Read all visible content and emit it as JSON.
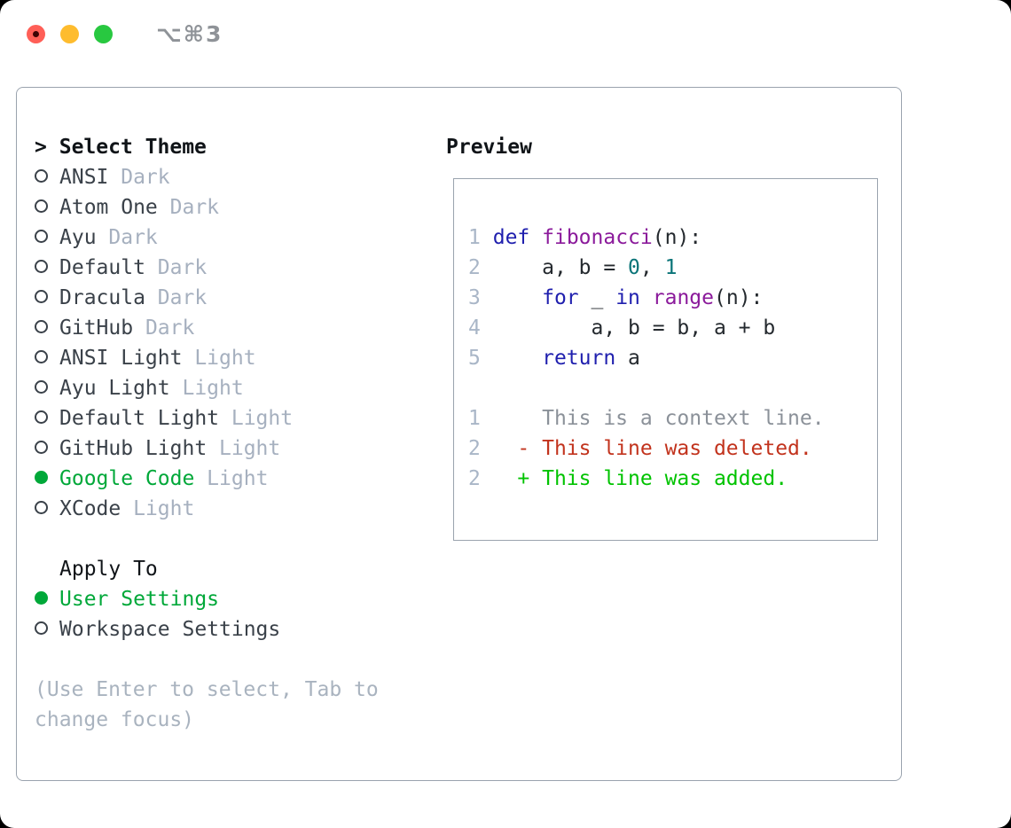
{
  "window": {
    "title": "⌥⌘3"
  },
  "theme_selector": {
    "cursor": ">",
    "header": "Select Theme",
    "items": [
      {
        "name": "ANSI",
        "variant": "Dark",
        "selected": false
      },
      {
        "name": "Atom One",
        "variant": "Dark",
        "selected": false
      },
      {
        "name": "Ayu",
        "variant": "Dark",
        "selected": false
      },
      {
        "name": "Default",
        "variant": "Dark",
        "selected": false
      },
      {
        "name": "Dracula",
        "variant": "Dark",
        "selected": false
      },
      {
        "name": "GitHub",
        "variant": "Dark",
        "selected": false
      },
      {
        "name": "ANSI Light",
        "variant": "Light",
        "selected": false
      },
      {
        "name": "Ayu Light",
        "variant": "Light",
        "selected": false
      },
      {
        "name": "Default Light",
        "variant": "Light",
        "selected": false
      },
      {
        "name": "GitHub Light",
        "variant": "Light",
        "selected": false
      },
      {
        "name": "Google Code",
        "variant": "Light",
        "selected": true
      },
      {
        "name": "XCode",
        "variant": "Light",
        "selected": false
      }
    ]
  },
  "apply_to": {
    "header": "Apply To",
    "options": [
      {
        "name": "User Settings",
        "selected": true
      },
      {
        "name": "Workspace Settings",
        "selected": false
      }
    ]
  },
  "help_lines": [
    "(Use Enter to select, Tab to",
    "change focus)"
  ],
  "preview": {
    "title": "Preview",
    "code_lines": [
      {
        "num": "1",
        "tokens": [
          {
            "text": "def",
            "type": "keyword"
          },
          {
            "text": " ",
            "type": "plain"
          },
          {
            "text": "fibonacci",
            "type": "function"
          },
          {
            "text": "(n):",
            "type": "plain"
          }
        ]
      },
      {
        "num": "2",
        "tokens": [
          {
            "text": "    a, b = ",
            "type": "plain"
          },
          {
            "text": "0",
            "type": "literal"
          },
          {
            "text": ", ",
            "type": "plain"
          },
          {
            "text": "1",
            "type": "literal"
          }
        ]
      },
      {
        "num": "3",
        "tokens": [
          {
            "text": "    ",
            "type": "plain"
          },
          {
            "text": "for",
            "type": "keyword"
          },
          {
            "text": " _ ",
            "type": "plain"
          },
          {
            "text": "in",
            "type": "keyword"
          },
          {
            "text": " ",
            "type": "plain"
          },
          {
            "text": "range",
            "type": "function"
          },
          {
            "text": "(n):",
            "type": "plain"
          }
        ]
      },
      {
        "num": "4",
        "tokens": [
          {
            "text": "        a, b = b, a + b",
            "type": "plain"
          }
        ]
      },
      {
        "num": "5",
        "tokens": [
          {
            "text": "    ",
            "type": "plain"
          },
          {
            "text": "return",
            "type": "keyword"
          },
          {
            "text": " a",
            "type": "plain"
          }
        ]
      }
    ],
    "diff_lines": [
      {
        "num": "1",
        "text": "     This is a context line.",
        "type": "context"
      },
      {
        "num": "2",
        "text": "   - This line was deleted.",
        "type": "deleted"
      },
      {
        "num": "2",
        "text": "   + This line was added.",
        "type": "added"
      }
    ]
  },
  "colors": {
    "window_bg": "#ffffff",
    "border_gray": "#9aa3ae",
    "title_gray": "#8f9398",
    "header_black": "#101418",
    "label_dark": "#3a4149",
    "variant_gray": "#a6b0bf",
    "help_gray": "#a9b3bf",
    "accent_green": "#00a839",
    "line_number": "#a9b6c7",
    "code_plain": "#24292e",
    "code_keyword": "#1f1fae",
    "code_function": "#8b1a9b",
    "code_literal": "#0a7478",
    "diff_context": "#8b9199",
    "diff_deleted": "#c2331d",
    "diff_added": "#00c300",
    "traffic_red": "#ff5f57",
    "traffic_red_dot": "#3c0404",
    "traffic_yellow": "#febc2e",
    "traffic_green": "#28c840"
  }
}
